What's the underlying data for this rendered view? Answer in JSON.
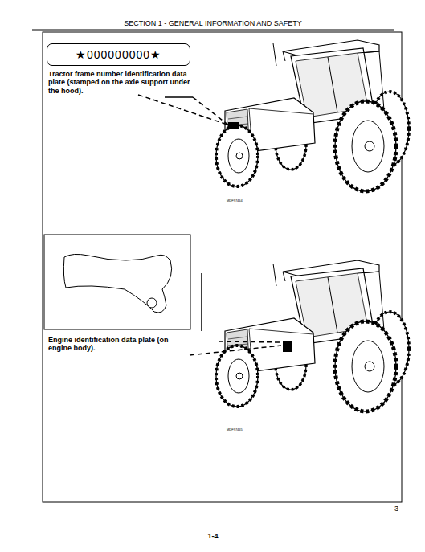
{
  "diagram": {
    "title": "SECTION 1 - GENERAL INFORMATION AND SAFETY",
    "nodes": [
      {
        "text": [
          "★000000000★"
        ]
      }
    ],
    "labels": [
      "Tractor frame number identification data plate (stamped on the axle support under the hood).",
      "MDF97464",
      "Engine identification data plate (on engine body).",
      "MDF97465",
      "3",
      "1-4"
    ]
  }
}
